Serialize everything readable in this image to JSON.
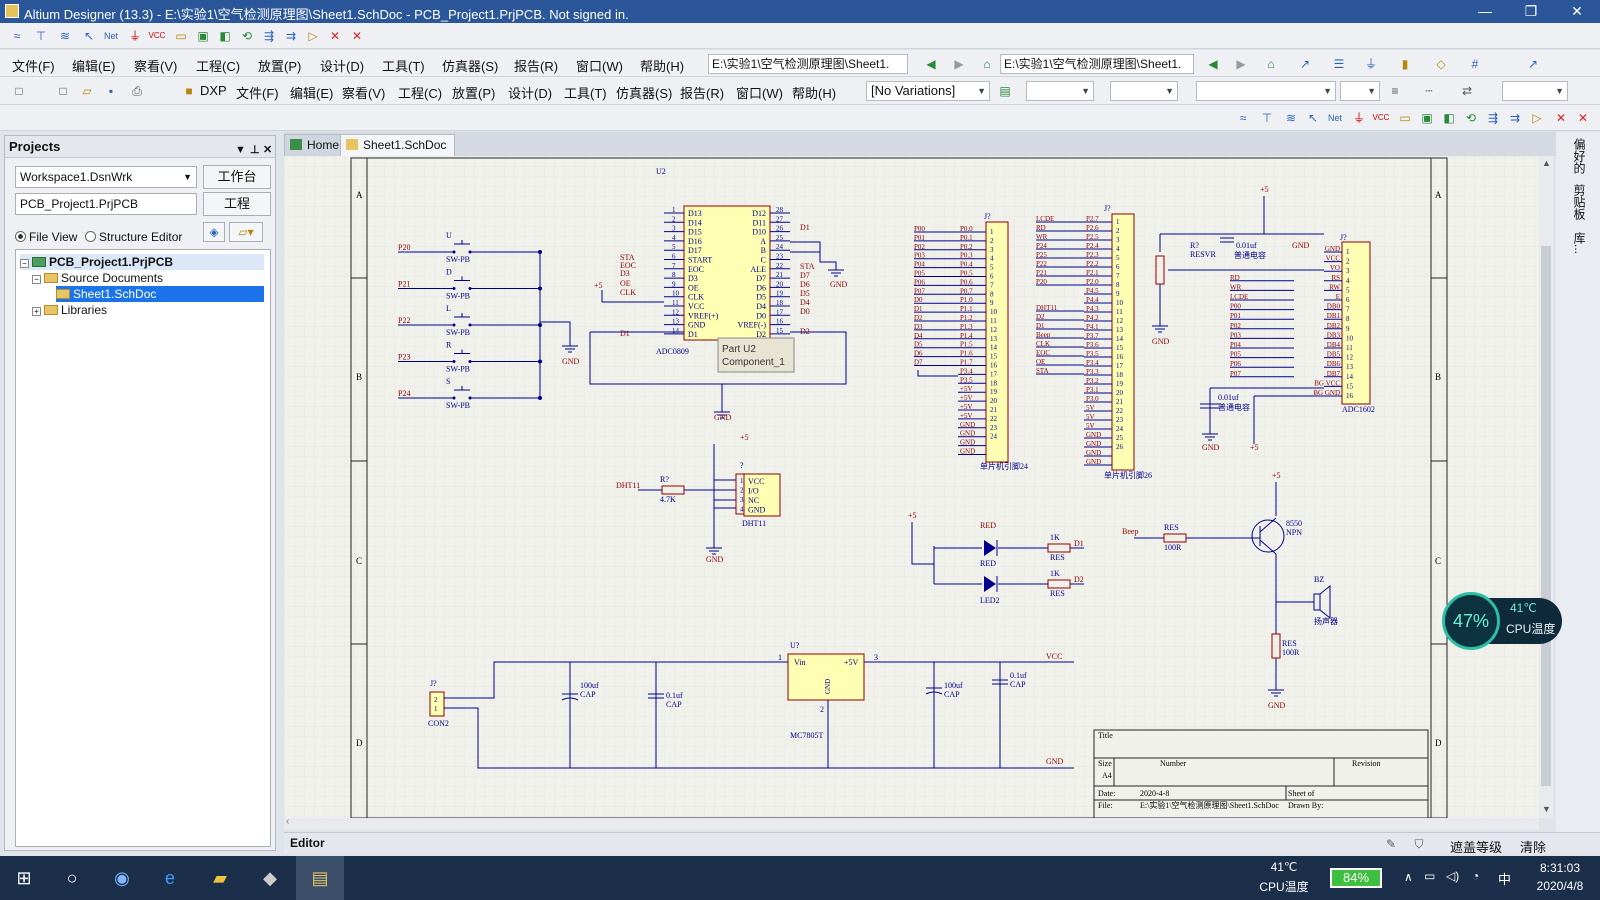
{
  "window": {
    "title": "Altium Designer (13.3) - E:\\实验1\\空气检测原理图\\Sheet1.SchDoc - PCB_Project1.PrjPCB. Not signed in.",
    "minimize": "—",
    "maximize": "❐",
    "close": "✕"
  },
  "menu1": {
    "items": [
      "文件(F)",
      "编辑(E)",
      "察看(V)",
      "工程(C)",
      "放置(P)",
      "设计(D)",
      "工具(T)",
      "仿真器(S)",
      "报告(R)",
      "窗口(W)",
      "帮助(H)"
    ],
    "path1": "E:\\实验1\\空气检测原理图\\Sheet1.",
    "path2": "E:\\实验1\\空气检测原理图\\Sheet1."
  },
  "menu2": {
    "dxp": "DXP",
    "items": [
      "文件(F)",
      "编辑(E)",
      "察看(V)",
      "工程(C)",
      "放置(P)",
      "设计(D)",
      "工具(T)",
      "仿真器(S)",
      "报告(R)",
      "窗口(W)",
      "帮助(H)"
    ],
    "variations": "[No Variations]"
  },
  "projects": {
    "title": "Projects",
    "pin": "▼",
    "dock": "⊥",
    "close": "✕",
    "workspace": "Workspace1.DsnWrk",
    "workspace_btn": "工作台",
    "project": "PCB_Project1.PrjPCB",
    "project_btn": "工程",
    "file_view": "File View",
    "structure_editor": "Structure Editor",
    "tree": {
      "root": "PCB_Project1.PrjPCB",
      "source": "Source Documents",
      "sheet": "Sheet1.SchDoc",
      "libraries": "Libraries"
    }
  },
  "tabs": {
    "home": "Home",
    "sheet": "Sheet1.SchDoc"
  },
  "rightdock": {
    "t1": "偏好的",
    "t2": "剪贴板",
    "t3": "库..."
  },
  "status": {
    "editor": "Editor",
    "mask": "遮盖等级",
    "clear": "清除"
  },
  "gauge": {
    "percent": "47%",
    "temp": "41℃",
    "label": "CPU温度"
  },
  "taskbar": {
    "temp": "41℃",
    "temp_label": "CPU温度",
    "battery": "84%",
    "ime": "中",
    "time": "8:31:03",
    "date": "2020/4/8"
  },
  "schematic": {
    "zones_left": [
      "A",
      "B",
      "C",
      "D"
    ],
    "u2": {
      "ref": "U2",
      "name": "ADC0809",
      "tooltip1": "Part U2",
      "tooltip2": "Component_1",
      "left_pins": [
        "D13",
        "D14",
        "D15",
        "D16",
        "D17",
        "START",
        "EOC",
        "D3",
        "OE",
        "CLK",
        "VCC",
        "VREF(+)",
        "GND",
        "D1"
      ],
      "left_nums": [
        "1",
        "2",
        "3",
        "4",
        "5",
        "6",
        "7",
        "8",
        "9",
        "10",
        "11",
        "12",
        "13",
        "14"
      ],
      "right_pins": [
        "D12",
        "D11",
        "D10",
        "A",
        "B",
        "C",
        "ALE",
        "D7",
        "D6",
        "D5",
        "D4",
        "D0",
        "VREF(-)",
        "D2"
      ],
      "right_nums": [
        "28",
        "27",
        "26",
        "25",
        "24",
        "23",
        "22",
        "21",
        "20",
        "19",
        "18",
        "17",
        "16",
        "15"
      ],
      "nets_left": [
        "STA",
        "EOC",
        "D3",
        "OE",
        "CLK"
      ],
      "nets_right": [
        "D1",
        "STA",
        "D7",
        "D6",
        "D5",
        "D4",
        "D0",
        "D2"
      ],
      "d1": "D1",
      "v5": "+5",
      "gnd": "GND"
    },
    "buttons": [
      {
        "net": "P20",
        "lbl": "U"
      },
      {
        "net": "P21",
        "lbl": "D"
      },
      {
        "net": "P22",
        "lbl": "L"
      },
      {
        "net": "P23",
        "lbl": "R"
      },
      {
        "net": "P24",
        "lbl": "S"
      }
    ],
    "sw": "SW-PB",
    "gnd": "GND",
    "j1": {
      "nets": [
        "P00",
        "P01",
        "P02",
        "P03",
        "P04",
        "P05",
        "P06",
        "P07",
        "D0",
        "D1",
        "D2",
        "D3",
        "D4",
        "D5",
        "D6",
        "D7"
      ],
      "pins": [
        "P0.0",
        "P0.1",
        "P0.2",
        "P0.3",
        "P0.4",
        "P0.5",
        "P0.6",
        "P0.7",
        "P1.0",
        "P1.1",
        "P1.2",
        "P1.3",
        "P1.4",
        "P1.5",
        "P1.6",
        "P1.7",
        "P3.4",
        "P3.5",
        "+5V",
        "+5V",
        "+5V",
        "+5V",
        "GND",
        "GND",
        "GND",
        "GND"
      ],
      "nums": [
        "1",
        "2",
        "3",
        "4",
        "5",
        "6",
        "7",
        "8",
        "9",
        "10",
        "11",
        "12",
        "13",
        "14",
        "15",
        "16",
        "17",
        "18",
        "19",
        "20",
        "21",
        "22",
        "23",
        "24"
      ],
      "ref": "J?",
      "name": "单片机引脚24"
    },
    "j2": {
      "nets": [
        "LCDE",
        "RD",
        "WR",
        "P24",
        "P25",
        "P22",
        "P21",
        "P20",
        "DHT11",
        "D2",
        "D1",
        "Beep",
        "CLK",
        "EOC",
        "OE",
        "STA"
      ],
      "pins": [
        "P2.7",
        "P2.6",
        "P2.5",
        "P2.4",
        "P2.3",
        "P2.2",
        "P2.1",
        "P2.0",
        "P4.5",
        "P4.4",
        "P4.3",
        "P4.2",
        "P4.1",
        "P3.7",
        "P3.6",
        "P3.5",
        "P3.4",
        "P3.3",
        "P3.2",
        "P3.1",
        "P3.0",
        "5V",
        "5V",
        "5V",
        "GND",
        "GND",
        "GND",
        "GND"
      ],
      "nums": [
        "1",
        "2",
        "3",
        "4",
        "5",
        "6",
        "7",
        "8",
        "9",
        "10",
        "11",
        "12",
        "13",
        "14",
        "15",
        "16",
        "17",
        "18",
        "19",
        "20",
        "21",
        "22",
        "23",
        "24",
        "25",
        "26"
      ],
      "ref": "J?",
      "name": "单片机引脚26"
    },
    "lcd": {
      "pins": [
        "GND",
        "VCC",
        "VO",
        "RS",
        "RW",
        "E",
        "DB0",
        "DB1",
        "DB2",
        "DB3",
        "DB4",
        "DB5",
        "DB6",
        "DB7",
        "BG VCC",
        "BG GND"
      ],
      "nums": [
        "1",
        "2",
        "3",
        "4",
        "5",
        "6",
        "7",
        "8",
        "9",
        "10",
        "11",
        "12",
        "13",
        "14",
        "15",
        "16"
      ],
      "nets": [
        "RD",
        "WR",
        "LCDE",
        "P00",
        "P01",
        "P02",
        "P03",
        "P04",
        "P05",
        "P06",
        "P07"
      ],
      "ref": "J?",
      "name": "ADC1602",
      "r": "R?",
      "resvr": "RESVR",
      "c": "0.01uf",
      "ctype": "普通电容",
      "c2": "0.01uf",
      "c2type": "普通电容",
      "v5": "+5",
      "gnd": "GND"
    },
    "dht": {
      "pins": [
        "VCC",
        "I/O",
        "NC",
        "GND"
      ],
      "nums": [
        "1",
        "2",
        "3",
        "4"
      ],
      "ref": "?",
      "name": "DHT11",
      "r": "R?",
      "rv": "4.7K",
      "net": "DHT11",
      "v5": "+5",
      "gnd": "GND"
    },
    "leds": {
      "v5": "+5",
      "l1": "RED",
      "l1b": "RED",
      "l2": "LED2",
      "r1": "1K",
      "r2": "1K",
      "res": "RES",
      "d1": "D1",
      "d2": "D2"
    },
    "beep": {
      "v5": "+5",
      "net": "Beep",
      "res": "RES",
      "rv": "100R",
      "q": "8550",
      "qt": "NPN",
      "bz": "BZ",
      "bzn": "扬声器",
      "r2": "RES",
      "r2v": "100R",
      "gnd": "GND"
    },
    "power": {
      "j": "J?",
      "jn": "CON2",
      "p1": "2",
      "p2": "1",
      "c1": "100uf",
      "c1t": "CAP",
      "c2": "0.1uf",
      "c2t": "CAP",
      "u": "U?",
      "vin": "Vin",
      "v5": "+5V",
      "gndp": "GND",
      "un": "MC7805T",
      "c3": "100uf",
      "c3t": "CAP",
      "c4": "0.1uf",
      "c4t": "CAP",
      "vcc": "VCC",
      "gnd": "GND",
      "n1": "1",
      "n3": "3",
      "n2": "2"
    },
    "titleblock": {
      "title": "Title",
      "size": "Size",
      "a4": "A4",
      "number": "Number",
      "revision": "Revision",
      "date": "Date:",
      "dv": "2020-4-8",
      "file": "File:",
      "fv": "E:\\实验1\\空气检测原理图\\Sheet1.SchDoc",
      "sheet": "Sheet   of",
      "drawn": "Drawn By:"
    }
  }
}
